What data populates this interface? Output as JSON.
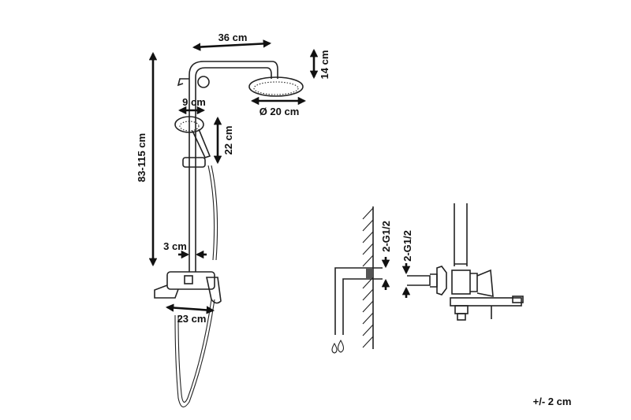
{
  "dimensions": {
    "arm_length": "36 cm",
    "head_height": "14 cm",
    "head_diameter": "Ø 20 cm",
    "total_height": "83-115 cm",
    "hand_shower_diameter": "9 cm",
    "hand_shower_length": "22 cm",
    "pipe_gap": "3 cm",
    "spout_length": "23 cm"
  },
  "connections": {
    "wall_thread": "2-G1/2",
    "mixer_thread": "2-G1/2"
  },
  "tolerance": "+/- 2 cm",
  "colors": {
    "line": "#222222",
    "background": "#ffffff"
  }
}
